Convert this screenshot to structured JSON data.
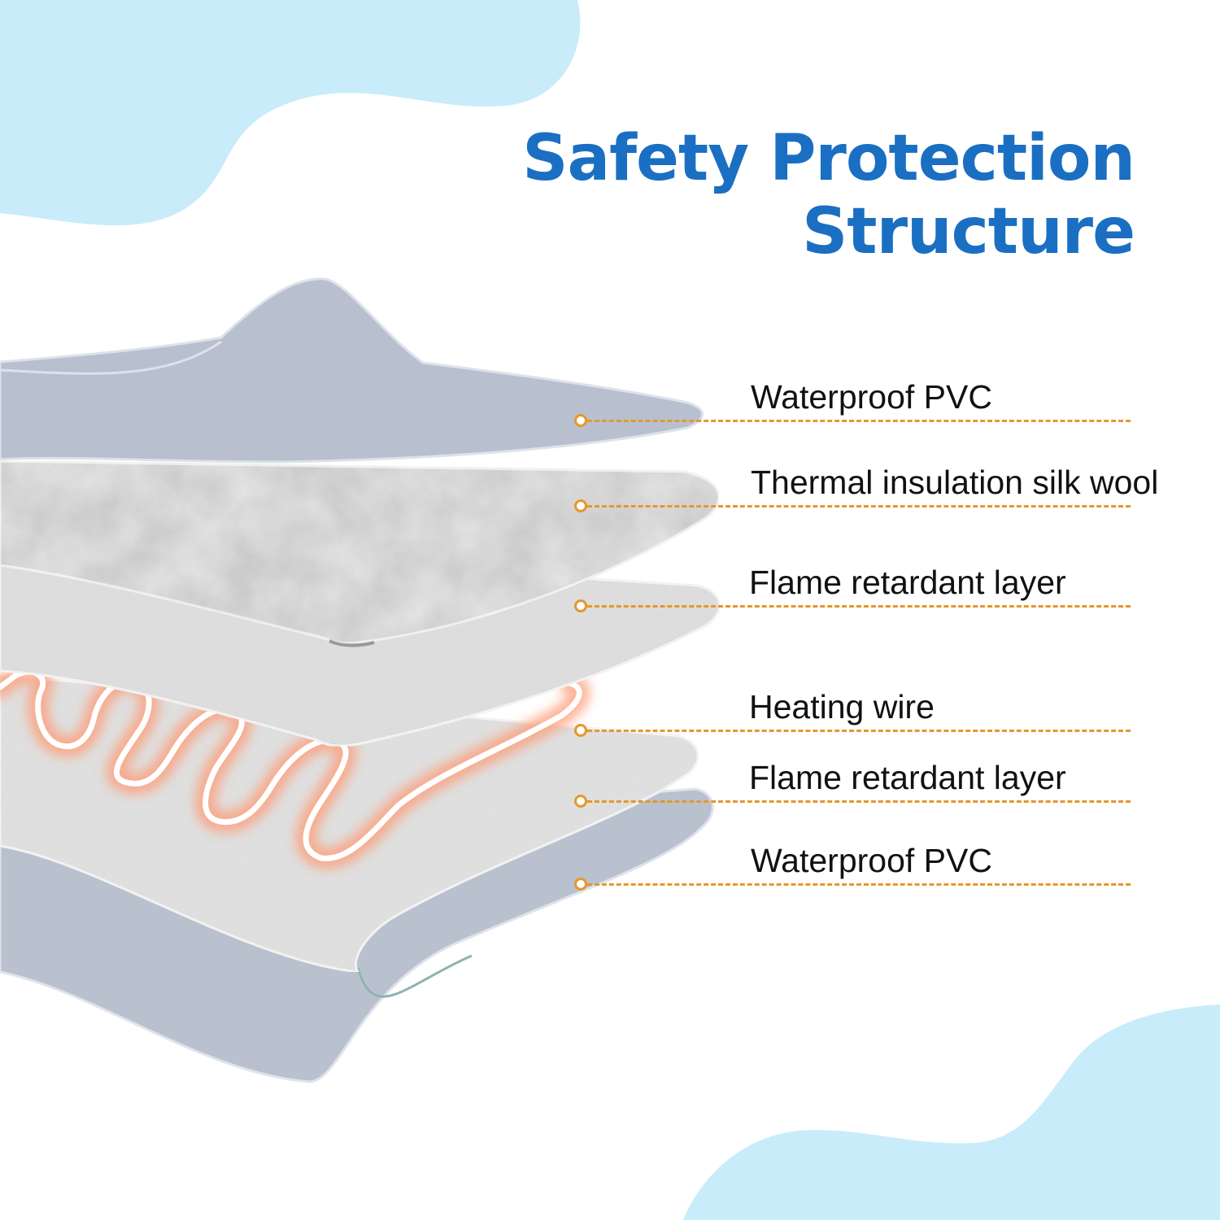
{
  "title": {
    "line1": "Safety Protection",
    "line2": "Structure"
  },
  "layers": [
    {
      "label": "Waterproof PVC"
    },
    {
      "label": "Thermal insulation silk wool"
    },
    {
      "label": "Flame retardant layer"
    },
    {
      "label": "Heating wire"
    },
    {
      "label": "Flame retardant layer"
    },
    {
      "label": "Waterproof PVC"
    }
  ],
  "colors": {
    "title": "#1a6fc2",
    "leader": "#e4982c",
    "background_blob": "#c9ecfb",
    "pvc_layer": "#b8c0cf",
    "wool_layer": "#c4c4c4",
    "flame_layer": "#d3d3d3",
    "heating_wire": "#ff9a73"
  }
}
